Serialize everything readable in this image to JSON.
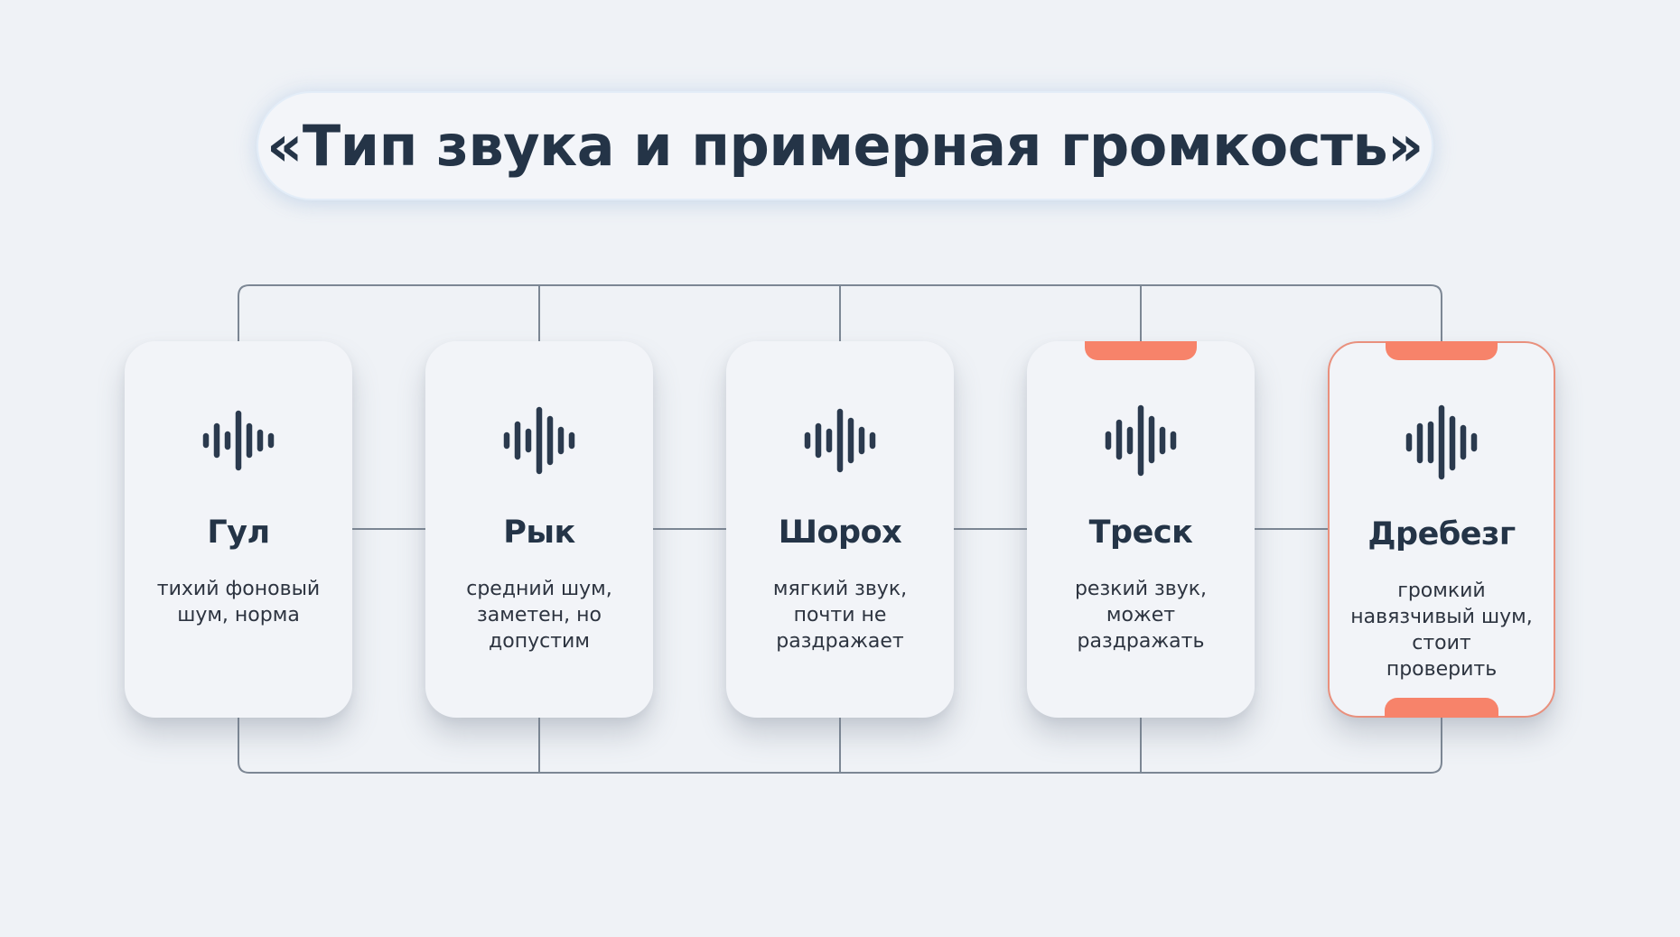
{
  "title": "«Тип звука и примерная громкость»",
  "colors": {
    "background": "#eff2f6",
    "text": "#243447",
    "connector": "#7c8794",
    "accent": "#f7836a",
    "accent_border": "#e9907d"
  },
  "cards": [
    {
      "name": "Гул",
      "description": "тихий фоновый\nшум, норма",
      "icon": "sound-wave-icon",
      "level": 1,
      "highlight_top": false,
      "highlight_full": false
    },
    {
      "name": "Рык",
      "description": "средний шум,\nзаметен, но\nдопустим",
      "icon": "sound-wave-icon",
      "level": 2,
      "highlight_top": false,
      "highlight_full": false
    },
    {
      "name": "Шорох",
      "description": "мягкий звук,\nпочти не\nраздражает",
      "icon": "sound-wave-icon",
      "level": 3,
      "highlight_top": false,
      "highlight_full": false
    },
    {
      "name": "Треск",
      "description": "резкий звук,\nможет\nраздражать",
      "icon": "sound-wave-icon",
      "level": 4,
      "highlight_top": true,
      "highlight_full": false
    },
    {
      "name": "Дребезг",
      "description": "громкий\nнавязчивый шум,\nстоит\nпроверить",
      "icon": "sound-wave-icon",
      "level": 5,
      "highlight_top": true,
      "highlight_full": true
    }
  ]
}
